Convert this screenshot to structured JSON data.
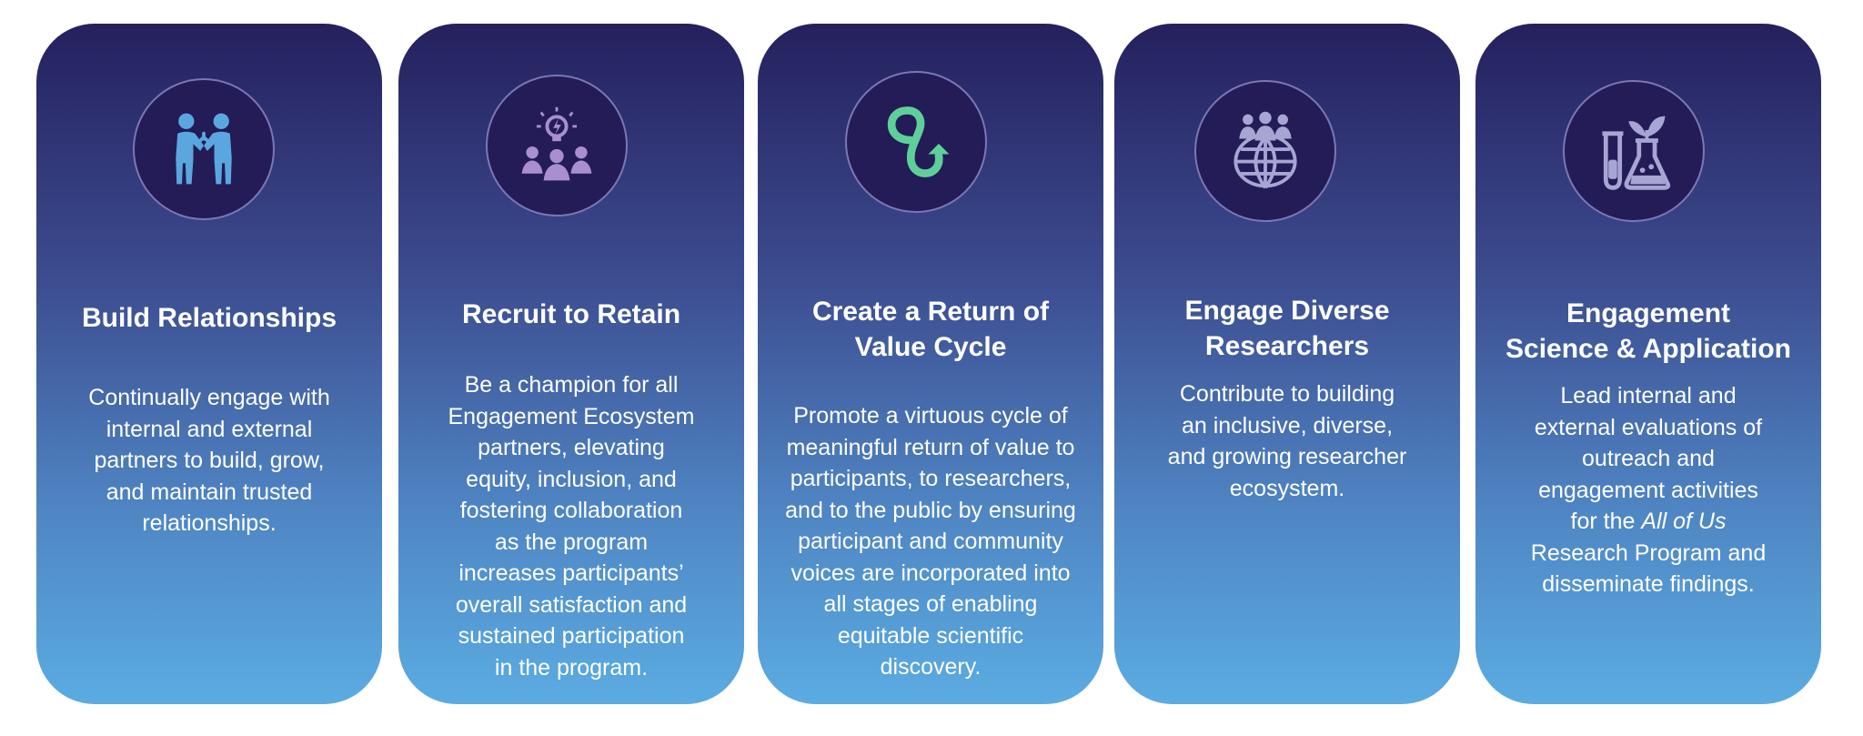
{
  "colors": {
    "gradient_top": "#25205e",
    "gradient_bottom": "#5bace2",
    "icon_circle": "#231c56",
    "text": "#ffffff",
    "icon_blue": "#5aa7df",
    "icon_purple": "#a98fcf",
    "icon_green": "#5fcf9a",
    "icon_lavender": "#a7a5d3"
  },
  "cards": [
    {
      "icon": "handshake-people-icon",
      "title": "Build Relationships",
      "body": "Continually engage with\ninternal and external\npartners to build, grow,\nand maintain trusted\nrelationships."
    },
    {
      "icon": "lightbulb-group-icon",
      "title": "Recruit to Retain",
      "body": "Be a champion for all\nEngagement Ecosystem\npartners, elevating\nequity, inclusion, and\nfostering collaboration\nas the program\nincreases participants’\noverall satisfaction and\nsustained participation\nin the program."
    },
    {
      "icon": "cycle-arrow-icon",
      "title": "Create a Return of\nValue Cycle",
      "body": "Promote a virtuous cycle of\nmeaningful return of value to\nparticipants, to researchers,\nand to the public by ensuring\nparticipant and community\nvoices are incorporated into\nall stages of enabling\nequitable scientific\ndiscovery."
    },
    {
      "icon": "globe-people-icon",
      "title": "Engage Diverse\nResearchers",
      "body": "Contribute to building\nan inclusive, diverse,\nand growing researcher\necosystem."
    },
    {
      "icon": "lab-flask-icon",
      "title": "Engagement\nScience & Application",
      "body_before": "Lead internal and\nexternal evaluations of\noutreach and\nengagement activities\nfor the ",
      "body_italic": "All of Us",
      "body_after": "\nResearch Program and\ndisseminate findings."
    }
  ]
}
